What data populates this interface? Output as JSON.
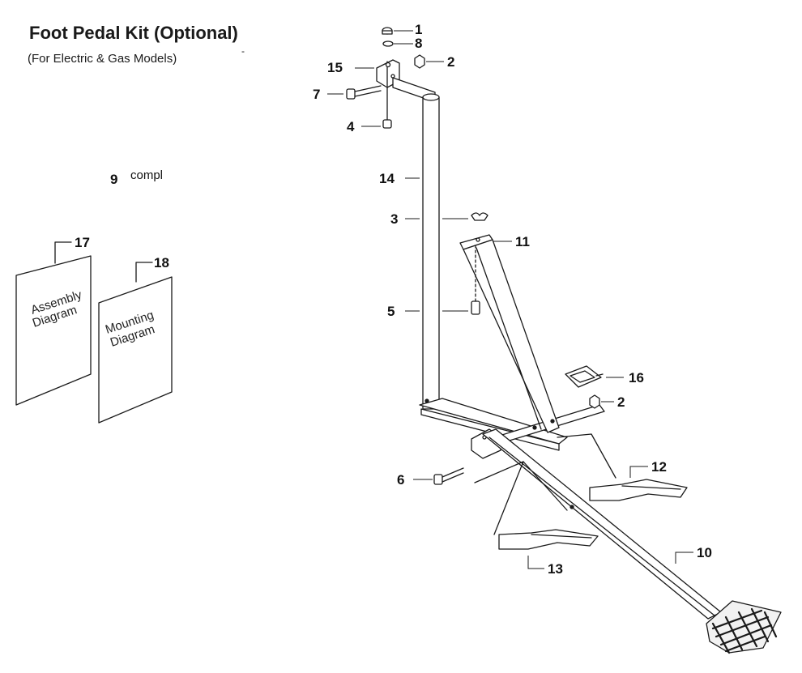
{
  "header": {
    "title": "Foot Pedal Kit (Optional)",
    "subtitle": "(For Electric & Gas Models)",
    "stray_mark": "-"
  },
  "kit_complete": {
    "number": "9",
    "label": "compl"
  },
  "documents": [
    {
      "number": "17",
      "line1": "Assembly",
      "line2": "Diagram"
    },
    {
      "number": "18",
      "line1": "Mounting",
      "line2": "Diagram"
    }
  ],
  "callouts": {
    "c1": "1",
    "c8": "8",
    "c2a": "2",
    "c15": "15",
    "c7": "7",
    "c4": "4",
    "c14": "14",
    "c3": "3",
    "c11": "11",
    "c5": "5",
    "c16": "16",
    "c2b": "2",
    "c6": "6",
    "c12": "12",
    "c10": "10",
    "c13": "13"
  },
  "colors": {
    "line": "#1a1a1a",
    "fill": "#ffffff",
    "text": "#111111"
  }
}
